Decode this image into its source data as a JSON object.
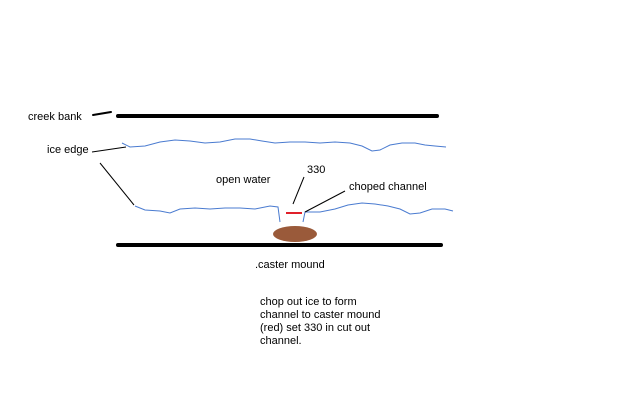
{
  "labels": {
    "creek_bank": "creek bank",
    "ice_edge": "ice edge",
    "open_water": "open water",
    "trap_number": "330",
    "choped_channel": "choped channel",
    "caster_mound": ".caster mound"
  },
  "instructions": {
    "line1": "chop out ice to form",
    "line2": "channel to caster mound",
    "line3": "(red) set 330 in cut out",
    "line4": "channel."
  },
  "colors": {
    "bank_line": "#000000",
    "ice_edge_line": "#4a7bd0",
    "mound_fill": "#9a5a3a",
    "trap_marker": "#e0202a",
    "text": "#000000"
  }
}
